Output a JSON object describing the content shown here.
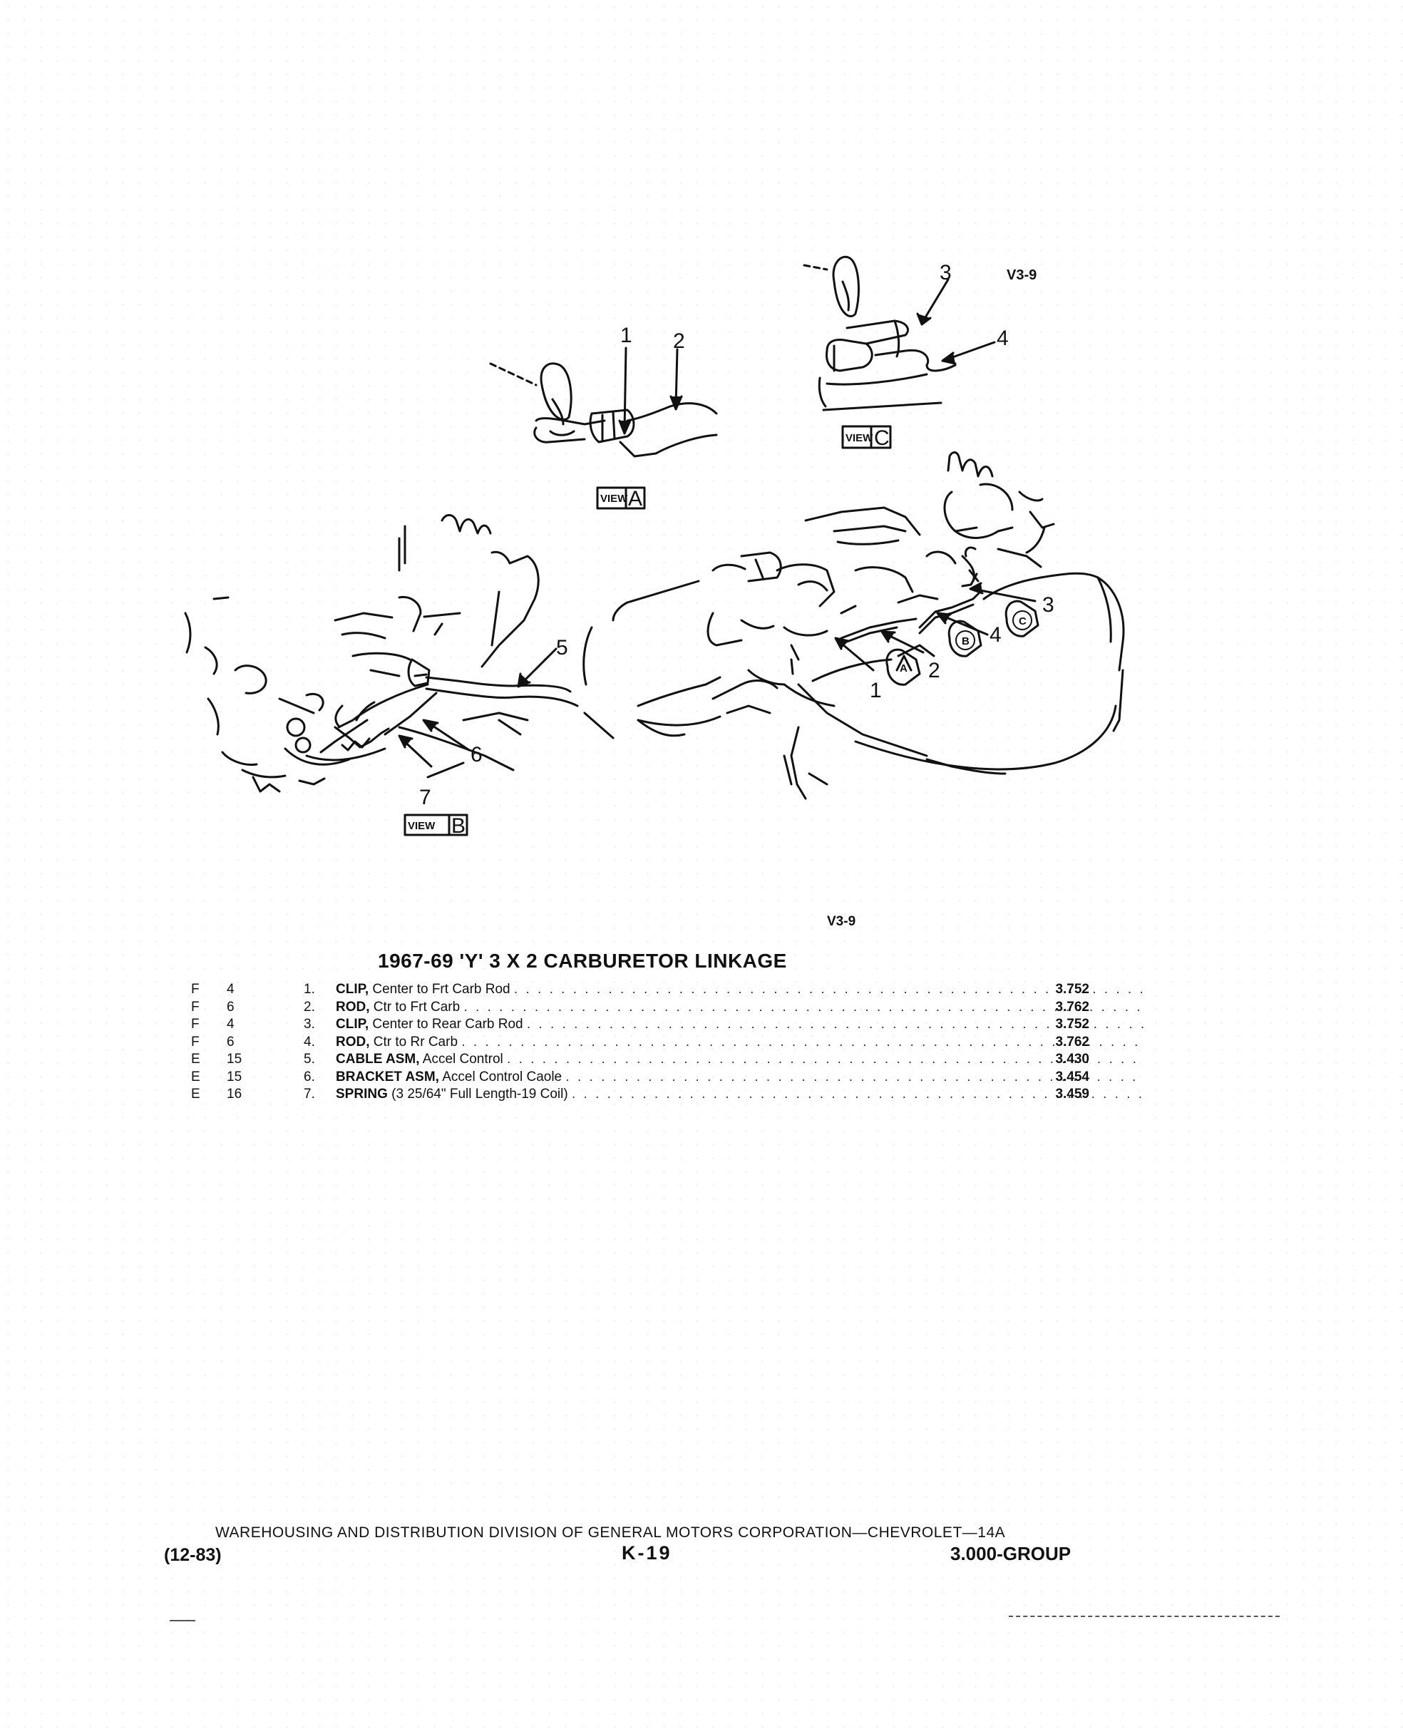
{
  "diagram": {
    "sheet_code": "V3-9",
    "callouts": [
      "1",
      "2",
      "3",
      "4",
      "5",
      "6",
      "7"
    ],
    "views": [
      {
        "word": "VIEW",
        "letter": "A"
      },
      {
        "word": "VIEW",
        "letter": "B"
      },
      {
        "word": "VIEW",
        "letter": "C"
      }
    ]
  },
  "section_code": "V3-9",
  "title": "1967-69 'Y' 3 X 2 CARBURETOR LINKAGE",
  "parts": [
    {
      "grid_letter": "F",
      "grid_num": "4",
      "num": "1.",
      "name": "CLIP,",
      "desc": "Center to Frt Carb Rod",
      "group": "3.752"
    },
    {
      "grid_letter": "F",
      "grid_num": "6",
      "num": "2.",
      "name": "ROD,",
      "desc": "Ctr to Frt Carb",
      "group": "3.762"
    },
    {
      "grid_letter": "F",
      "grid_num": "4",
      "num": "3.",
      "name": "CLIP,",
      "desc": "Center to Rear Carb Rod",
      "group": "3.752"
    },
    {
      "grid_letter": "F",
      "grid_num": "6",
      "num": "4.",
      "name": "ROD,",
      "desc": "Ctr to Rr Carb",
      "group": "3.762"
    },
    {
      "grid_letter": "E",
      "grid_num": "15",
      "num": "5.",
      "name": "CABLE ASM,",
      "desc": "Accel Control",
      "group": "3.430"
    },
    {
      "grid_letter": "E",
      "grid_num": "15",
      "num": "6.",
      "name": "BRACKET ASM,",
      "desc": "Accel Control Caole",
      "group": "3.454"
    },
    {
      "grid_letter": "E",
      "grid_num": "16",
      "num": "7.",
      "name": "SPRING",
      "desc": "(3 25/64\" Full Length-19 Coil)",
      "group": "3.459"
    }
  ],
  "footer": {
    "division": "WAREHOUSING AND DISTRIBUTION DIVISION OF GENERAL MOTORS CORPORATION—CHEVROLET—14A",
    "date": "(12-83)",
    "page": "K-19",
    "group": "3.000-GROUP"
  }
}
